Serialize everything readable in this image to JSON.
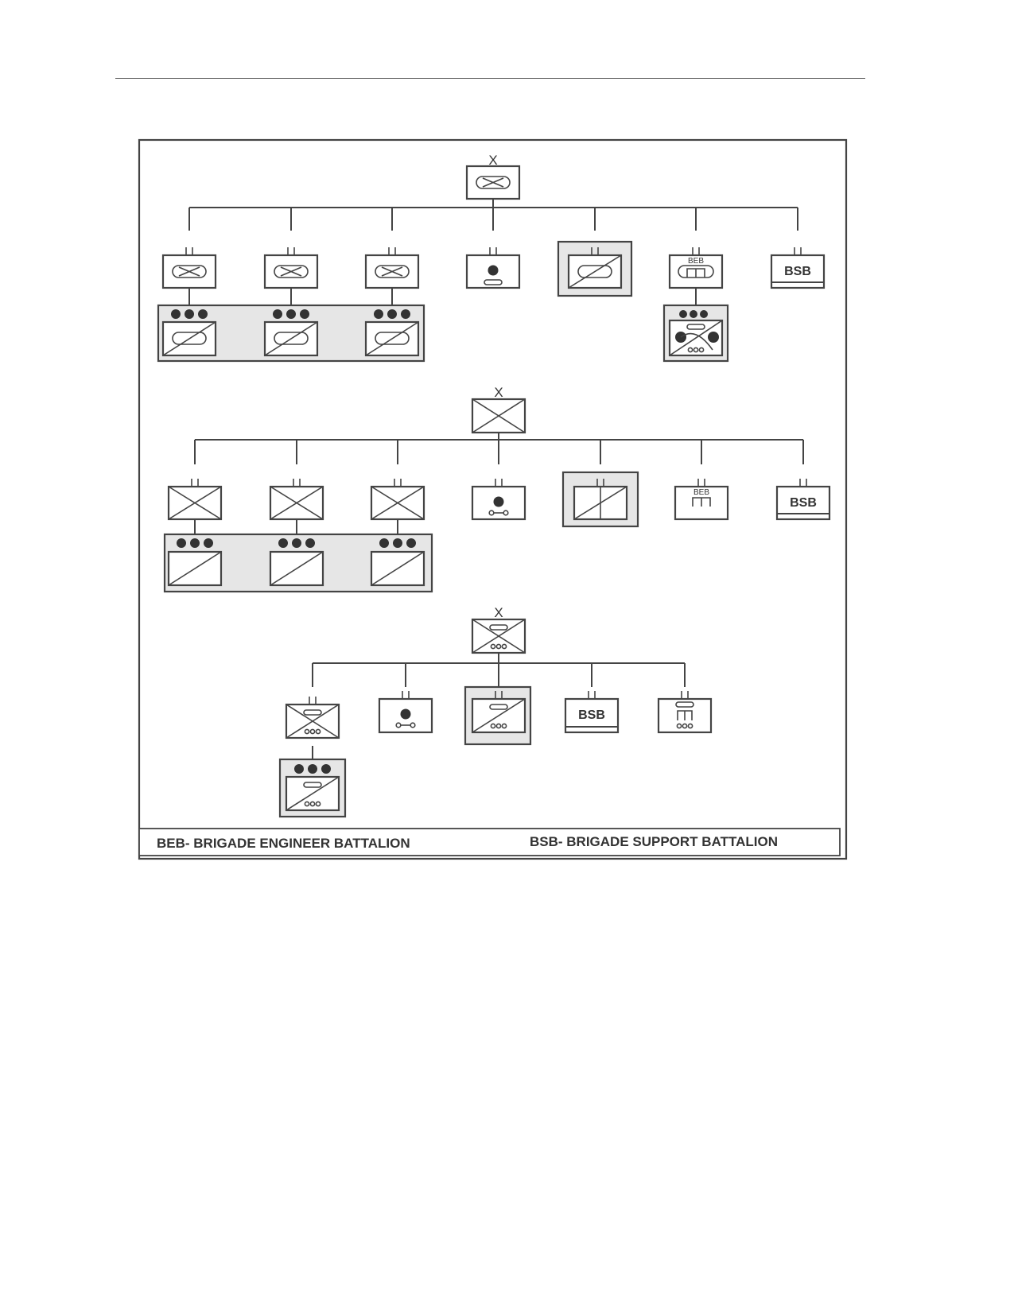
{
  "diagram": {
    "echelon_brigade": "X",
    "bsb_label": "BSB",
    "beb_label": "BEB",
    "legend": {
      "beb": "BEB- BRIGADE ENGINEER BATTALION",
      "bsb": "BSB- BRIGADE SUPPORT BATTALION"
    },
    "colors": {
      "line": "#444444",
      "shade": "#e6e6e6",
      "background": "#ffffff"
    }
  }
}
